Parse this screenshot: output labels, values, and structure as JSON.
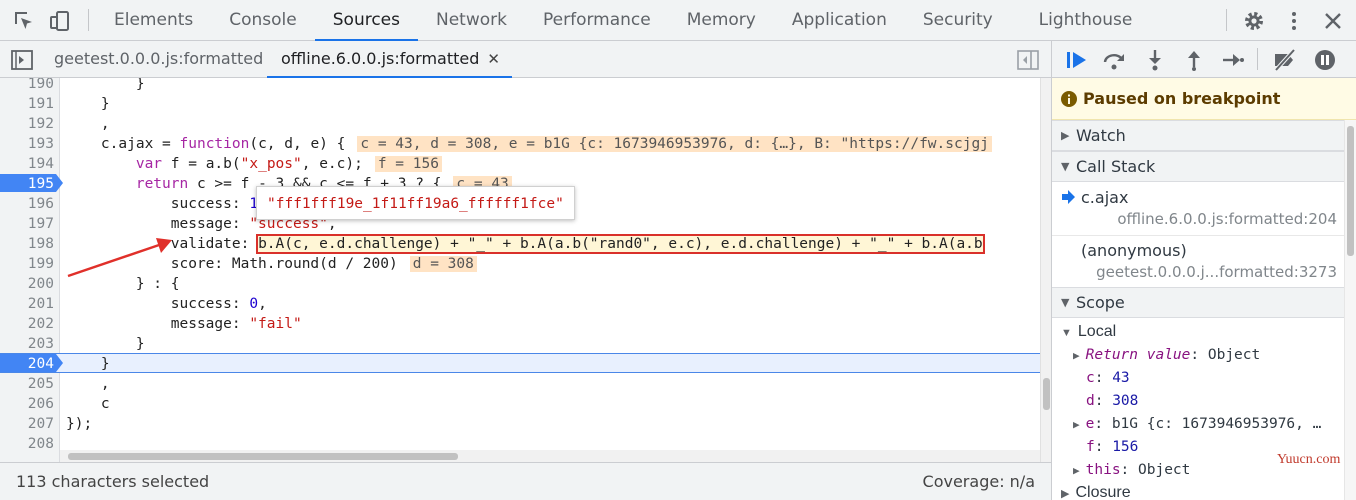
{
  "main_tabs": [
    "Elements",
    "Console",
    "Sources",
    "Network",
    "Performance",
    "Memory",
    "Application",
    "Security",
    "Lighthouse"
  ],
  "active_main_tab": "Sources",
  "file_tabs": [
    {
      "label": "geetest.0.0.0.js:formatted",
      "active": false
    },
    {
      "label": "offline.6.0.0.js:formatted",
      "active": true
    }
  ],
  "file_tab_close": "✕",
  "code": {
    "l190": {
      "n": "190",
      "t": "        }"
    },
    "l191": {
      "n": "191",
      "t": "    }"
    },
    "l192": {
      "n": "192",
      "t": "    ,"
    },
    "l193": {
      "n": "193",
      "t1": "    c.ajax = ",
      "kw": "function",
      "t2": "(c, d, e) {",
      "inline": "c = 43, d = 308, e = b1G {c: 1673946953976, d: {…}, B: \"https://fw.scjgj"
    },
    "l194": {
      "n": "194",
      "kw": "var",
      "t1": " f = a.b(",
      "s1": "\"x_pos\"",
      "t2": ", e.c);",
      "inline": "f = 156"
    },
    "l195": {
      "n": "195",
      "kw": "return",
      "t1": " c >= f - 3 && c <= f + 3 ? {",
      "inline": "c = 43"
    },
    "l196": {
      "n": "196",
      "t1": "            success: ",
      "v": "1",
      "t2": ","
    },
    "l197": {
      "n": "197",
      "t1": "            message: ",
      "s": "\"success\"",
      "t2": ","
    },
    "l198": {
      "n": "198",
      "t1": "            validate: ",
      "boxed": "b.A(c, e.d.challenge) + \"_\" + b.A(a.b(\"rand0\", e.c), e.d.challenge) + \"_\" + b.A(a.b"
    },
    "l199": {
      "n": "199",
      "t1": "            score: Math.round(d / 200)",
      "inline": "d = 308"
    },
    "l200": {
      "n": "200",
      "t": "        } : {"
    },
    "l201": {
      "n": "201",
      "t1": "            success: ",
      "v": "0",
      "t2": ","
    },
    "l202": {
      "n": "202",
      "t1": "            message: ",
      "s": "\"fail\""
    },
    "l203": {
      "n": "203",
      "t": "        }"
    },
    "l204": {
      "n": "204",
      "t": "    }"
    },
    "l205": {
      "n": "205",
      "t": "    ,"
    },
    "l206": {
      "n": "206",
      "t": "    c"
    },
    "l207": {
      "n": "207",
      "t": "});"
    },
    "l208": {
      "n": "208",
      "t": ""
    }
  },
  "tooltip": "\"fff1fff19e_1f11ff19a6_ffffff1fce\"",
  "status": {
    "selected": "113 characters selected",
    "coverage": "Coverage: n/a"
  },
  "debugger": {
    "paused": "Paused on breakpoint",
    "watch": "Watch",
    "call_stack": "Call Stack",
    "frames": [
      {
        "fn": "c.ajax",
        "loc": "offline.6.0.0.js:formatted:204"
      },
      {
        "fn": "(anonymous)",
        "loc": "geetest.0.0.0.j...formatted:3273"
      }
    ],
    "scope": "Scope",
    "local": "Local",
    "scope_vars": [
      {
        "name": "Return value",
        "sep": ": ",
        "val": "Object"
      },
      {
        "name": "c",
        "sep": ": ",
        "val": "43"
      },
      {
        "name": "d",
        "sep": ": ",
        "val": "308"
      },
      {
        "name": "e",
        "sep": ": ",
        "val": "b1G {c: 1673946953976, …"
      },
      {
        "name": "f",
        "sep": ": ",
        "val": "156"
      },
      {
        "name": "this",
        "sep": ": ",
        "val": "Object"
      }
    ],
    "closure": "Closure"
  },
  "watermark": "Yuucn.com",
  "colors": {
    "accent": "#1a73e8",
    "breakpoint": "#4285f4",
    "arrow": "#e0302a"
  }
}
